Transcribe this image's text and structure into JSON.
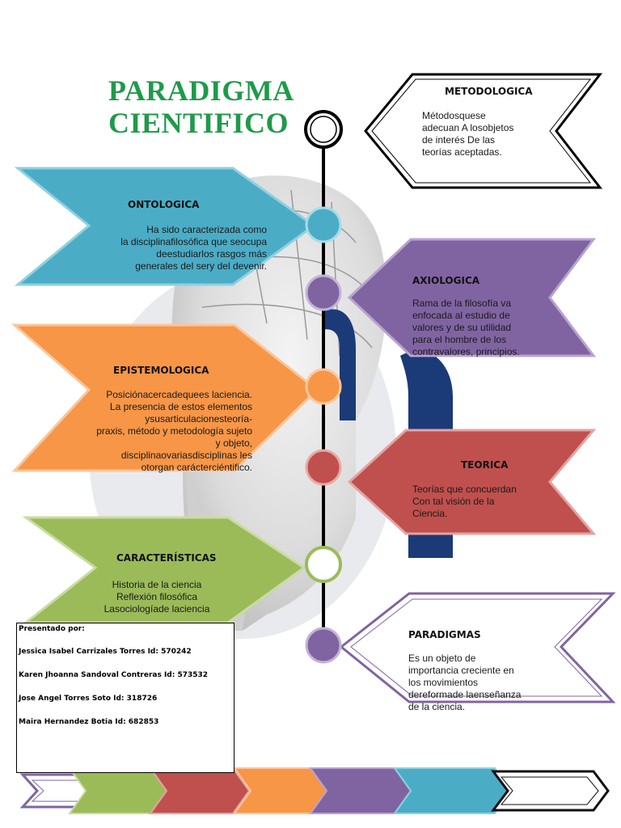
{
  "title": [
    "PARADIGMA",
    "CIENTIFICO"
  ],
  "colors": {
    "title": "#1f9a4a",
    "ontologica": "#4bacc6",
    "axiologica": "#8064a2",
    "epistemologica": "#f79646",
    "teorica": "#c0504d",
    "caracteristicas": "#9bbb59"
  },
  "sections": {
    "metodologica": {
      "heading": "METODOLOGICA",
      "lines": [
        "Métodosquese",
        "adecuan A losobjetos",
        "de interés De las",
        "teorías aceptadas."
      ]
    },
    "ontologica": {
      "heading": "ONTOLOGICA",
      "lines": [
        "Ha sido caracterizada como",
        "la disciplinafilosófica que seocupa",
        "deestudiarlos rasgos más",
        "generales del sery del devenir."
      ]
    },
    "axiologica": {
      "heading": "AXIOLOGICA",
      "lines": [
        "Rama de la filosofía va",
        "enfocada al estudio de",
        "valores y de su utilidad",
        "para el hombre de los",
        "contravalores, principios."
      ]
    },
    "epistemologica": {
      "heading": "EPISTEMOLOGICA",
      "lines": [
        "Posiciónacercadequees laciencia.",
        "La presencia de estos elementos",
        "ysusarticulacionesteoría-",
        "praxis, método y metodología sujeto",
        "y objeto,",
        "disciplinaovariasdisciplinas les",
        "otorgan carácterciéntifico."
      ]
    },
    "teorica": {
      "heading": "TEORICA",
      "lines": [
        "Teorías que concuerdan",
        "Con tal visión de la",
        "Ciencia."
      ]
    },
    "caracteristicas": {
      "heading": "CARACTERÍSTICAS",
      "lines": [
        "Historia de la ciencia",
        "Reflexión filosófica",
        "Lasociologíade laciencia"
      ]
    },
    "paradigmas": {
      "heading": "PARADIGMAS",
      "lines": [
        "Es un objeto de",
        "importancia creciente en",
        "los movimientos",
        "dereformade laenseñanza",
        "de la ciencia."
      ]
    }
  },
  "credits": {
    "label": "Presentado por:",
    "names": [
      "Jessica Isabel Carrizales Torres Id: 570242",
      "Karen Jhoanna Sandoval Contreras Id: 573532",
      "Jose Angel Torres Soto Id: 318726",
      "Maira Hernandez Botia Id: 682853"
    ]
  },
  "footer_colors": [
    "#8064a2",
    "#9bbb59",
    "#c0504d",
    "#f79646",
    "#8064a2",
    "#4bacc6",
    "#111111"
  ]
}
